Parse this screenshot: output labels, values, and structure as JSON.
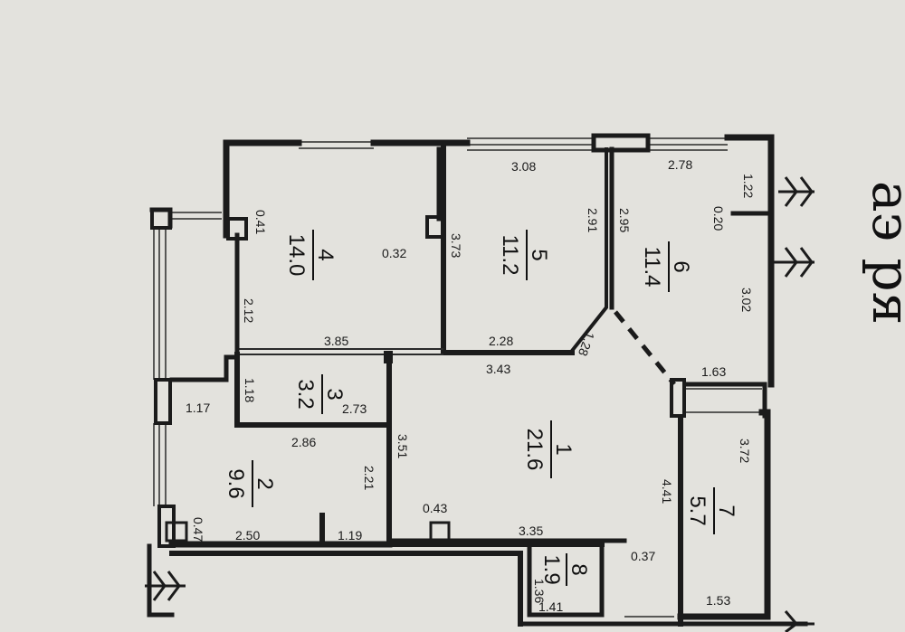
{
  "rooms": [
    {
      "number": "1",
      "area": "21.6"
    },
    {
      "number": "2",
      "area": "9.6"
    },
    {
      "number": "3",
      "area": "3.2"
    },
    {
      "number": "4",
      "area": "14.0"
    },
    {
      "number": "5",
      "area": "11.2"
    },
    {
      "number": "6",
      "area": "11.4"
    },
    {
      "number": "7",
      "area": "5.7"
    },
    {
      "number": "8",
      "area": "1.9"
    }
  ],
  "dimensions": {
    "d_3_08": "3.08",
    "d_2_78": "2.78",
    "d_1_22": "1.22",
    "d_0_20": "0.20",
    "d_0_41": "0.41",
    "d_0_32": "0.32",
    "d_3_73": "3.73",
    "d_2_91": "2.91",
    "d_2_95": "2.95",
    "d_3_02": "3.02",
    "d_2_12": "2.12",
    "d_3_85": "3.85",
    "d_2_28": "2.28",
    "d_1_28": "1.28",
    "d_3_43": "3.43",
    "d_1_63": "1.63",
    "d_1_17": "1.17",
    "d_1_18": "1.18",
    "d_2_73": "2.73",
    "d_2_86": "2.86",
    "d_3_51": "3.51",
    "d_3_72": "3.72",
    "d_2_21": "2.21",
    "d_4_41": "4.41",
    "d_0_43": "0.43",
    "d_0_47": "0.47",
    "d_2_50": "2.50",
    "d_1_19": "1.19",
    "d_3_35": "3.35",
    "d_0_37": "0.37",
    "d_1_36": "1.36",
    "d_1_41": "1.41",
    "d_1_53": "1.53"
  },
  "side_text": "аэ ря"
}
